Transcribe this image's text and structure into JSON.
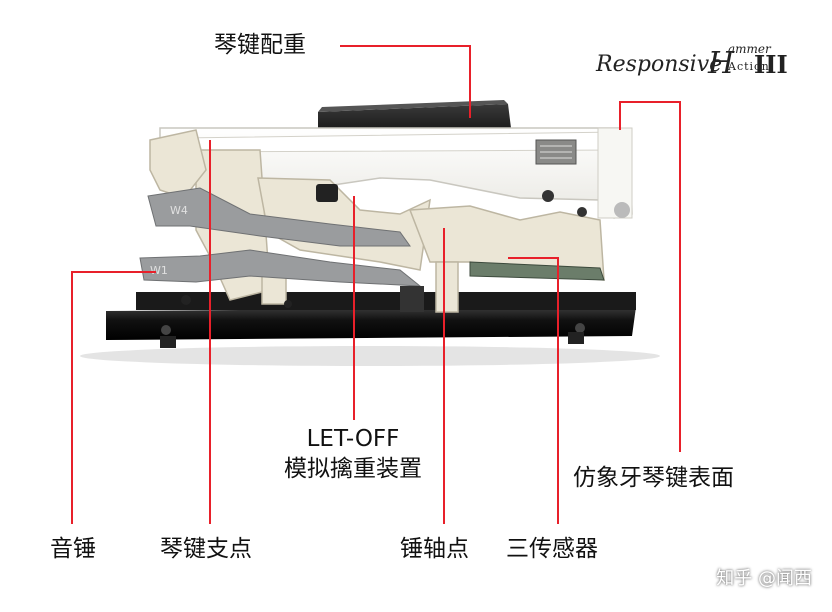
{
  "labels": {
    "key_weight": "琴键配重",
    "let_off_line1": "LET-OFF",
    "let_off_line2": "模拟擒重装置",
    "ivory_surface": "仿象牙琴键表面",
    "hammer": "音锤",
    "key_fulcrum": "琴键支点",
    "hammer_pivot": "锤轴点",
    "three_sensors": "三传感器"
  },
  "logo": {
    "responsive": "Responsive",
    "h": "H",
    "ammer": "ammer",
    "action": "Action",
    "numeral": "III"
  },
  "part_marks": {
    "w4": "W4",
    "w1": "W1"
  },
  "watermark": "知乎 @闻西",
  "colors": {
    "callout_line": "#e8202a",
    "key_white": "#f4f4f0",
    "frame_black": "#141414",
    "weight_grey": "#9a9c9e"
  }
}
